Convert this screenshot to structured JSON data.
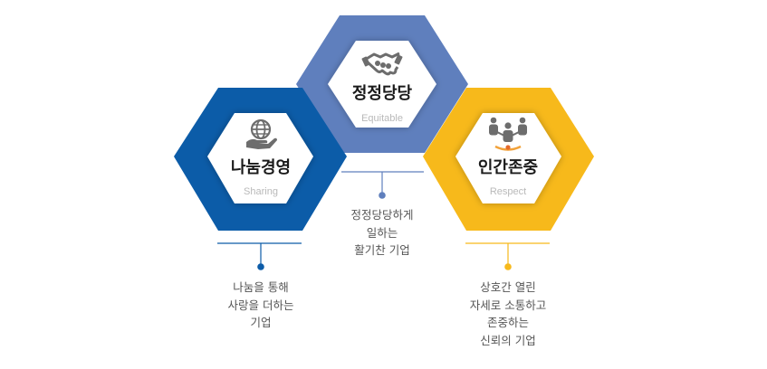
{
  "values": [
    {
      "id": "sharing",
      "title": "나눔경영",
      "subtitle": "Sharing",
      "icon": "globe-hand-icon",
      "color": "#0c5ca8",
      "lines": [
        "나눔을 통해",
        "사랑을 더하는",
        "기업"
      ]
    },
    {
      "id": "equitable",
      "title": "정정당당",
      "subtitle": "Equitable",
      "icon": "handshake-icon",
      "color": "#5f7fbd",
      "lines": [
        "정정당당하게",
        "일하는",
        "활기찬 기업"
      ]
    },
    {
      "id": "respect",
      "title": "인간존중",
      "subtitle": "Respect",
      "icon": "people-network-icon",
      "color": "#f7b91b",
      "lines": [
        "상호간 열린",
        "자세로 소통하고",
        "존중하는",
        "신뢰의 기업"
      ]
    }
  ]
}
